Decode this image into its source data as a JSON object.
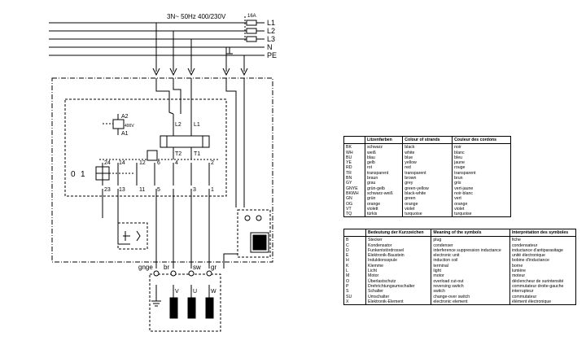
{
  "supply": {
    "spec": "3N~ 50Hz 400/230V",
    "fuse": "16A",
    "lines": [
      "L1",
      "L2",
      "L3",
      "N",
      "PE"
    ]
  },
  "schematic": {
    "coil_terminals": [
      "A2",
      "A1"
    ],
    "coil_voltage": "400V",
    "contactor_top_terminals": [
      "L2",
      "L1"
    ],
    "contactor_bottom_terminals": [
      "T2",
      "T1"
    ],
    "aux_top": [
      "24",
      "14",
      "12",
      "6",
      "4",
      "2"
    ],
    "aux_bottom": [
      "23",
      "13",
      "11",
      "5",
      "3",
      "1"
    ],
    "switch_labels": [
      "0",
      "1"
    ],
    "wire_colors": [
      "gnge",
      "br",
      "sw",
      "gr"
    ],
    "motor_terminals": [
      "V",
      "U",
      "W"
    ]
  },
  "colors_table": {
    "headers": [
      "Litzenfarben",
      "Colour of strands",
      "Couleur des cordons"
    ],
    "rows": [
      [
        "BK",
        "schwarz",
        "black",
        "noir"
      ],
      [
        "WH",
        "weiß",
        "white",
        "blanc"
      ],
      [
        "BU",
        "blau",
        "blue",
        "bleu"
      ],
      [
        "YE",
        "gelb",
        "yellow",
        "jaune"
      ],
      [
        "RD",
        "rot",
        "red",
        "rouge"
      ],
      [
        "TR",
        "transparent",
        "transparent",
        "transparent"
      ],
      [
        "BN",
        "braun",
        "brown",
        "brun"
      ],
      [
        "GY",
        "grau",
        "grey",
        "gris"
      ],
      [
        "GNYE",
        "grün-gelb",
        "green-yellow",
        "vert-jaune"
      ],
      [
        "BKWH",
        "schwarz-weiß",
        "black-white",
        "noir-blanc"
      ],
      [
        "GN",
        "grün",
        "green",
        "vert"
      ],
      [
        "OG",
        "orange",
        "orange",
        "orange"
      ],
      [
        "VT",
        "violett",
        "violet",
        "violet"
      ],
      [
        "TQ",
        "türkis",
        "turquoise",
        "turquoise"
      ]
    ]
  },
  "abbrev_table": {
    "headers": [
      "Bedeutung der Kurzzeichen",
      "Meaning of the symbols",
      "Interprétation des symboles"
    ],
    "rows": [
      [
        "B",
        "Stecker",
        "plug",
        "fiche"
      ],
      [
        "C",
        "Kondensator",
        "condenser",
        "condensateur"
      ],
      [
        "D",
        "Funkentstördrossel",
        "interference suppression inductance",
        "inductance d'antiparasitage"
      ],
      [
        "E",
        "Elektronik-Baustein",
        "electronic unit",
        "unité électronique"
      ],
      [
        "H",
        "Induktionsspule",
        "induction coil",
        "bobine d'inductance"
      ],
      [
        "K",
        "Klemme",
        "terminal",
        "borne"
      ],
      [
        "L",
        "Licht",
        "light",
        "lumière"
      ],
      [
        "M",
        "Motor",
        "motor",
        "moteur"
      ],
      [
        "O",
        "Überlastschutz",
        "overload cut-out",
        "déclencheur de surintensité"
      ],
      [
        "P",
        "Drehrichtungsumschalter",
        "reversing switch",
        "commutateur droite-gauche"
      ],
      [
        "S",
        "Schalter",
        "switch",
        "interrupteur"
      ],
      [
        "SU",
        "Umschalter",
        "change-over switch",
        "commutateur"
      ],
      [
        "X",
        "Elektronik-Element",
        "electronic element",
        "élément électronique"
      ]
    ]
  }
}
